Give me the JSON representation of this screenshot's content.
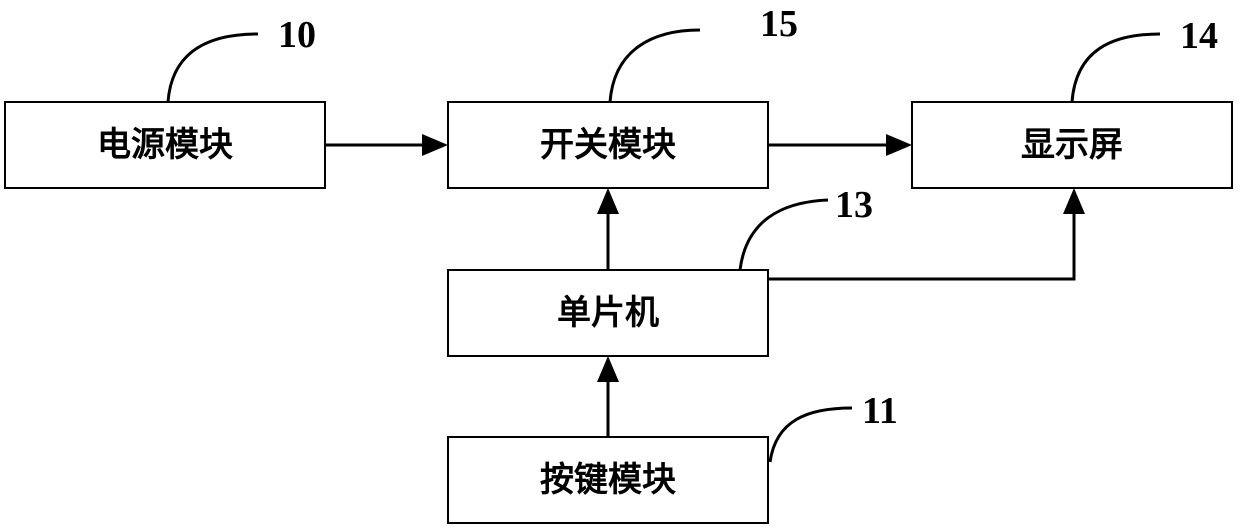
{
  "diagram": {
    "blocks": {
      "power": {
        "label": "电源模块",
        "ref": "10"
      },
      "switch": {
        "label": "开关模块",
        "ref": "15"
      },
      "display": {
        "label": "显示屏",
        "ref": "14"
      },
      "mcu": {
        "label": "单片机",
        "ref": "13"
      },
      "keys": {
        "label": "按键模块",
        "ref": "11"
      }
    }
  }
}
